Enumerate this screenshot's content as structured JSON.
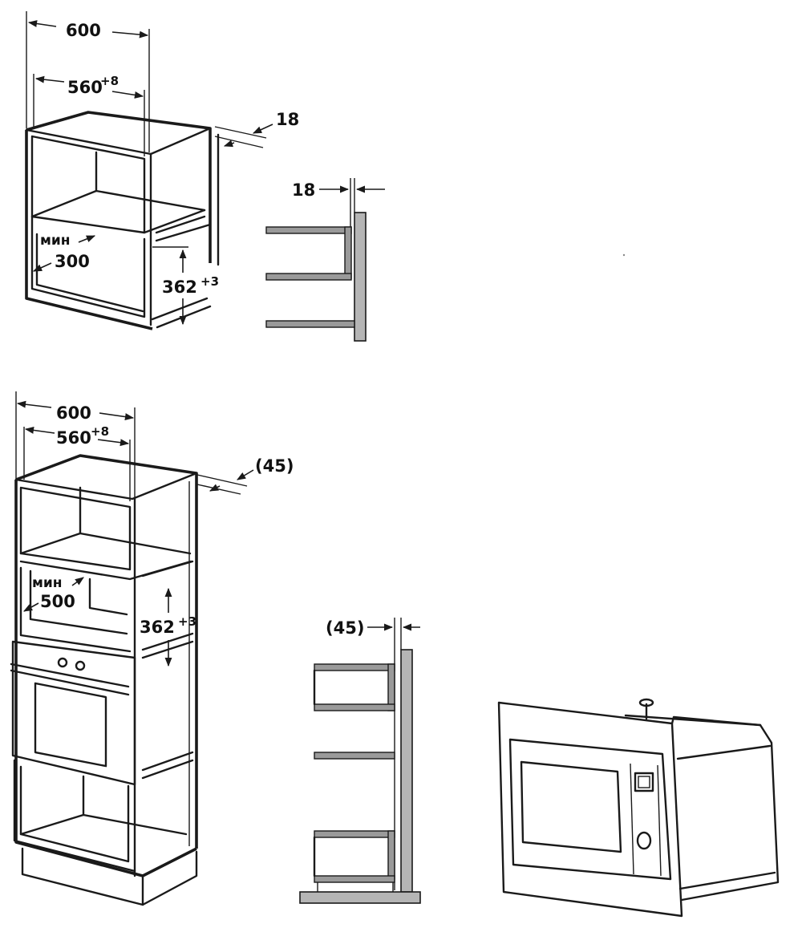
{
  "top_cabinet": {
    "width_outer": "600",
    "width_inner": "560",
    "width_inner_tol": "+8",
    "side_thickness": "18",
    "min_label": "мин",
    "min_depth": "300",
    "height": "362",
    "height_tol": "+3"
  },
  "top_section": {
    "panel_thickness": "18"
  },
  "tall_cabinet": {
    "width_outer": "600",
    "width_inner": "560",
    "width_inner_tol": "+8",
    "gap": "(45)",
    "min_label": "мин",
    "min_depth": "500",
    "height": "362",
    "height_tol": "+3"
  },
  "tall_section": {
    "gap": "(45)"
  },
  "colors": {
    "line": "#1a1a1a",
    "wall": "#b5b5b5",
    "shelf": "#9a9a9a"
  },
  "icons": [
    "arrow-icon",
    "microwave-illustration"
  ]
}
